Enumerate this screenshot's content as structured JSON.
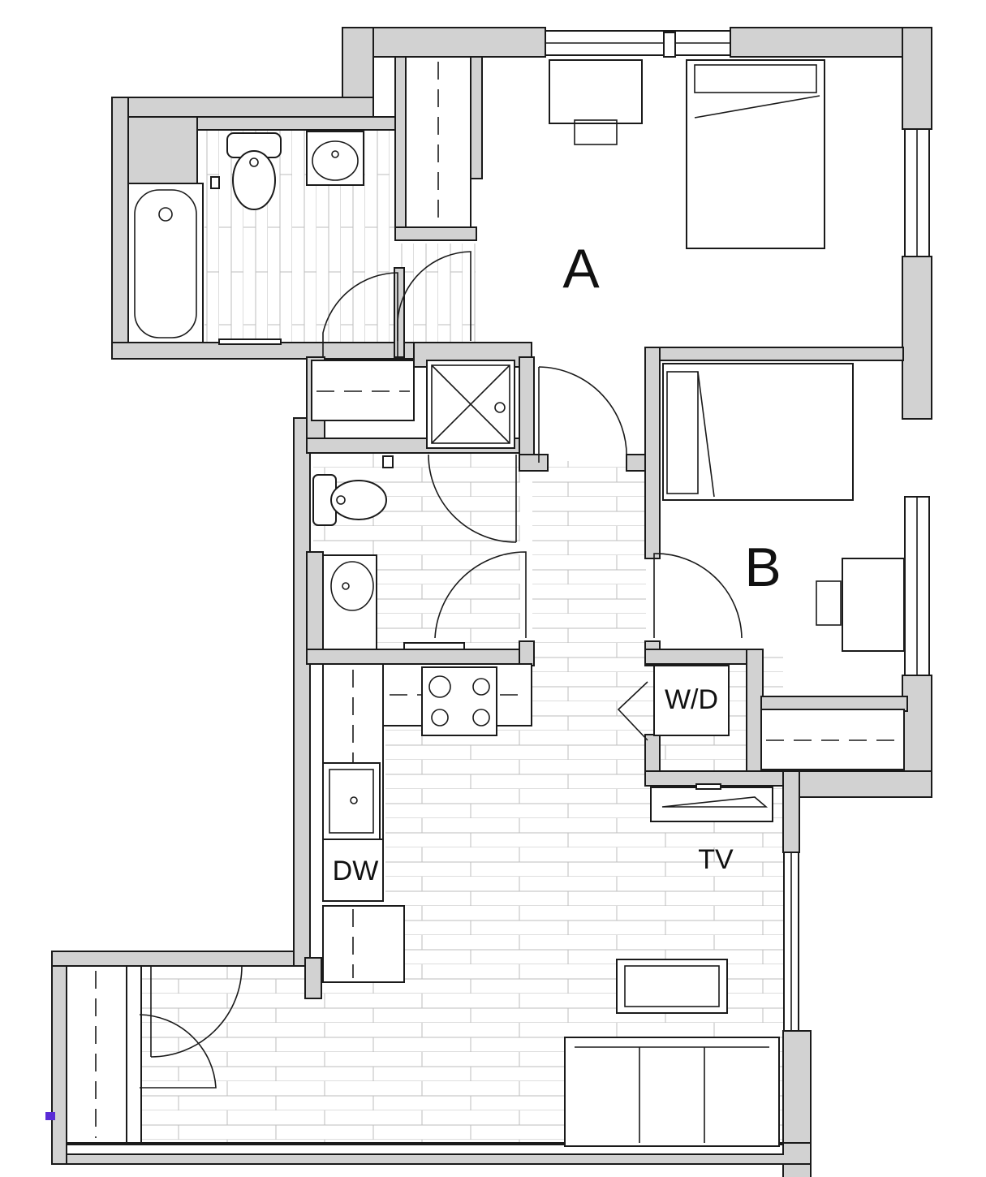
{
  "rooms": {
    "bedroom_a": "A",
    "bedroom_b": "B"
  },
  "appliances": {
    "washer_dryer": "W/D",
    "dishwasher": "DW",
    "tv": "TV"
  },
  "colors": {
    "wall_fill": "#d2d2d2",
    "line": "#1a1a1a",
    "floor_line": "#bdbdbd",
    "marker": "#5a2bd6"
  }
}
